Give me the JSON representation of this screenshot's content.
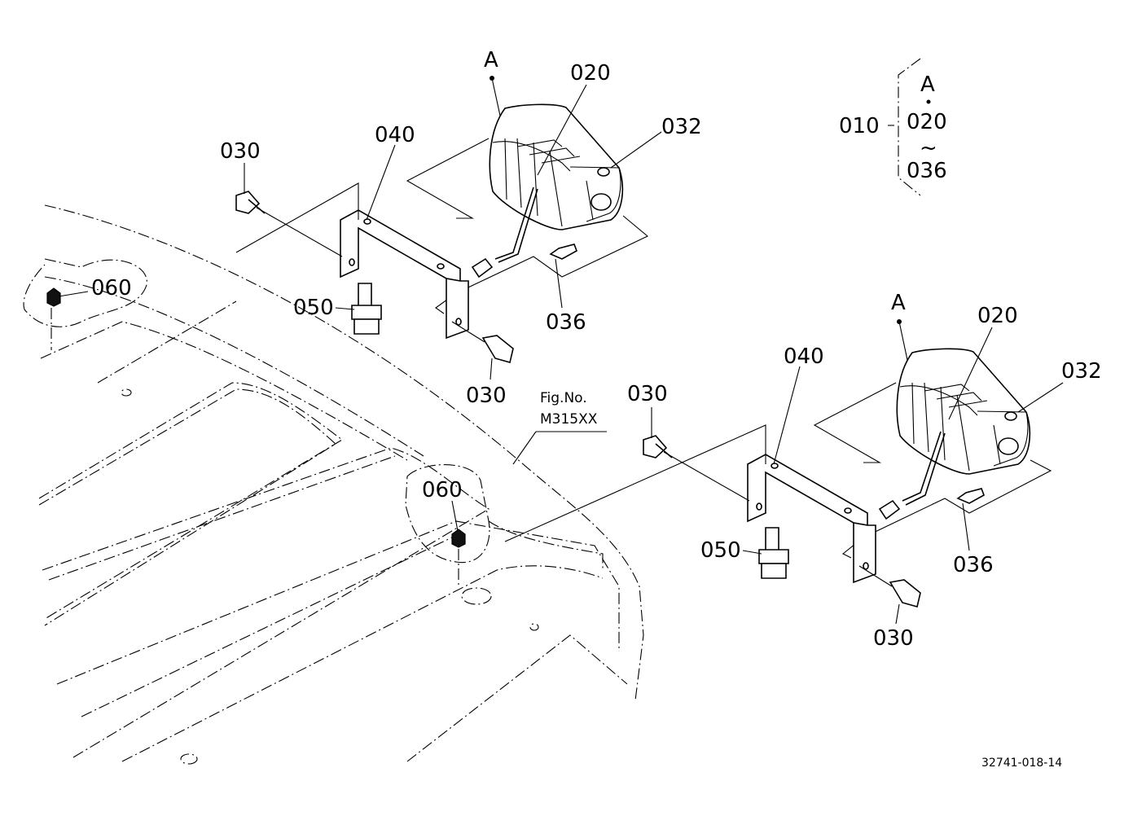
{
  "callouts": {
    "a_left": "A",
    "p020_left": "020",
    "p030_left_top": "030",
    "p040_left": "040",
    "p032_left": "032",
    "p060_left": "060",
    "p050_left": "050",
    "p036_left": "036",
    "p030_left_bottom": "030",
    "a_right": "A",
    "p020_right": "020",
    "p032_right": "032",
    "p040_right": "040",
    "p030_right_top": "030",
    "p050_right": "050",
    "p036_right": "036",
    "p030_right_bottom": "030",
    "p060_center": "060"
  },
  "set_group": {
    "parent": "010",
    "a_ref": "A",
    "from": "020",
    "tilde": "~",
    "to": "036"
  },
  "fig_ref": {
    "line1": "Fig.No.",
    "line2": "M315XX"
  },
  "drawing_number": "32741-018-14"
}
